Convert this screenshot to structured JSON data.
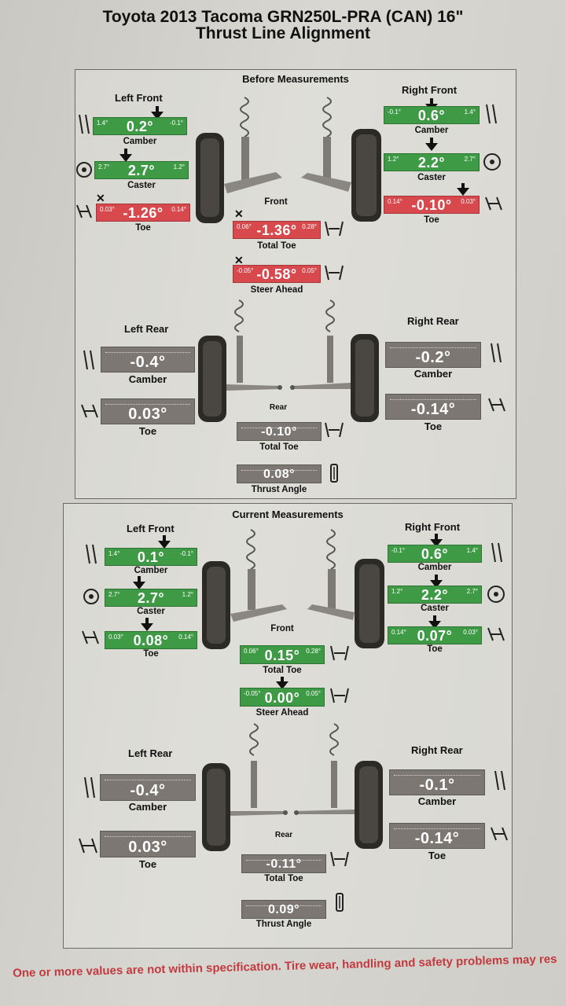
{
  "header": {
    "line1": "Toyota 2013 Tacoma GRN250L-PRA (CAN) 16\"",
    "line2": "Thrust Line Alignment"
  },
  "before": {
    "title": "Before Measurements",
    "left_front": {
      "label": "Left Front",
      "camber": {
        "value": "0.2°",
        "min": "1.4°",
        "max": "-0.1°",
        "status": "green",
        "caption": "Camber"
      },
      "caster": {
        "value": "2.7°",
        "min": "2.7°",
        "max": "1.2°",
        "status": "green",
        "caption": "Caster"
      },
      "toe": {
        "value": "-1.26°",
        "min": "0.03°",
        "max": "0.14°",
        "status": "red",
        "caption": "Toe"
      }
    },
    "right_front": {
      "label": "Right Front",
      "camber": {
        "value": "0.6°",
        "min": "-0.1°",
        "max": "1.4°",
        "status": "green",
        "caption": "Camber"
      },
      "caster": {
        "value": "2.2°",
        "min": "1.2°",
        "max": "2.7°",
        "status": "green",
        "caption": "Caster"
      },
      "toe": {
        "value": "-0.10°",
        "min": "0.14°",
        "max": "0.03°",
        "status": "red",
        "caption": "Toe"
      }
    },
    "front": {
      "label": "Front",
      "total_toe": {
        "value": "-1.36°",
        "min": "0.06°",
        "max": "0.28°",
        "status": "red",
        "caption": "Total Toe"
      },
      "steer_ahead": {
        "value": "-0.58°",
        "min": "-0.05°",
        "max": "0.05°",
        "status": "red",
        "caption": "Steer Ahead"
      }
    },
    "left_rear": {
      "label": "Left Rear",
      "camber": {
        "value": "-0.4°",
        "status": "gray",
        "caption": "Camber"
      },
      "toe": {
        "value": "0.03°",
        "status": "gray",
        "caption": "Toe"
      }
    },
    "right_rear": {
      "label": "Right Rear",
      "camber": {
        "value": "-0.2°",
        "status": "gray",
        "caption": "Camber"
      },
      "toe": {
        "value": "-0.14°",
        "status": "gray",
        "caption": "Toe"
      }
    },
    "rear": {
      "label": "Rear",
      "total_toe": {
        "value": "-0.10°",
        "status": "gray",
        "caption": "Total Toe"
      },
      "thrust_angle": {
        "value": "0.08°",
        "status": "gray",
        "caption": "Thrust Angle"
      }
    }
  },
  "current": {
    "title": "Current Measurements",
    "left_front": {
      "label": "Left Front",
      "camber": {
        "value": "0.1°",
        "min": "1.4°",
        "max": "-0.1°",
        "status": "green",
        "caption": "Camber"
      },
      "caster": {
        "value": "2.7°",
        "min": "2.7°",
        "max": "1.2°",
        "status": "green",
        "caption": "Caster"
      },
      "toe": {
        "value": "0.08°",
        "min": "0.03°",
        "max": "0.14°",
        "status": "green",
        "caption": "Toe"
      }
    },
    "right_front": {
      "label": "Right Front",
      "camber": {
        "value": "0.6°",
        "min": "-0.1°",
        "max": "1.4°",
        "status": "green",
        "caption": "Camber"
      },
      "caster": {
        "value": "2.2°",
        "min": "1.2°",
        "max": "2.7°",
        "status": "green",
        "caption": "Caster"
      },
      "toe": {
        "value": "0.07°",
        "min": "0.14°",
        "max": "0.03°",
        "status": "green",
        "caption": "Toe"
      }
    },
    "front": {
      "label": "Front",
      "total_toe": {
        "value": "0.15°",
        "min": "0.06°",
        "max": "0.28°",
        "status": "green",
        "caption": "Total Toe"
      },
      "steer_ahead": {
        "value": "0.00°",
        "min": "-0.05°",
        "max": "0.05°",
        "status": "green",
        "caption": "Steer Ahead"
      }
    },
    "left_rear": {
      "label": "Left Rear",
      "camber": {
        "value": "-0.4°",
        "status": "gray",
        "caption": "Camber"
      },
      "toe": {
        "value": "0.03°",
        "status": "gray",
        "caption": "Toe"
      }
    },
    "right_rear": {
      "label": "Right Rear",
      "camber": {
        "value": "-0.1°",
        "status": "gray",
        "caption": "Camber"
      },
      "toe": {
        "value": "-0.14°",
        "status": "gray",
        "caption": "Toe"
      }
    },
    "rear": {
      "label": "Rear",
      "total_toe": {
        "value": "-0.11°",
        "status": "gray",
        "caption": "Total Toe"
      },
      "thrust_angle": {
        "value": "0.09°",
        "status": "gray",
        "caption": "Thrust Angle"
      }
    }
  },
  "footer": {
    "warning": "One or more values are not within specification.  Tire wear, handling and safety problems may res"
  },
  "colors": {
    "in_spec": "#3f9a46",
    "out_of_spec": "#d8494d",
    "no_spec": "#7c7772"
  }
}
